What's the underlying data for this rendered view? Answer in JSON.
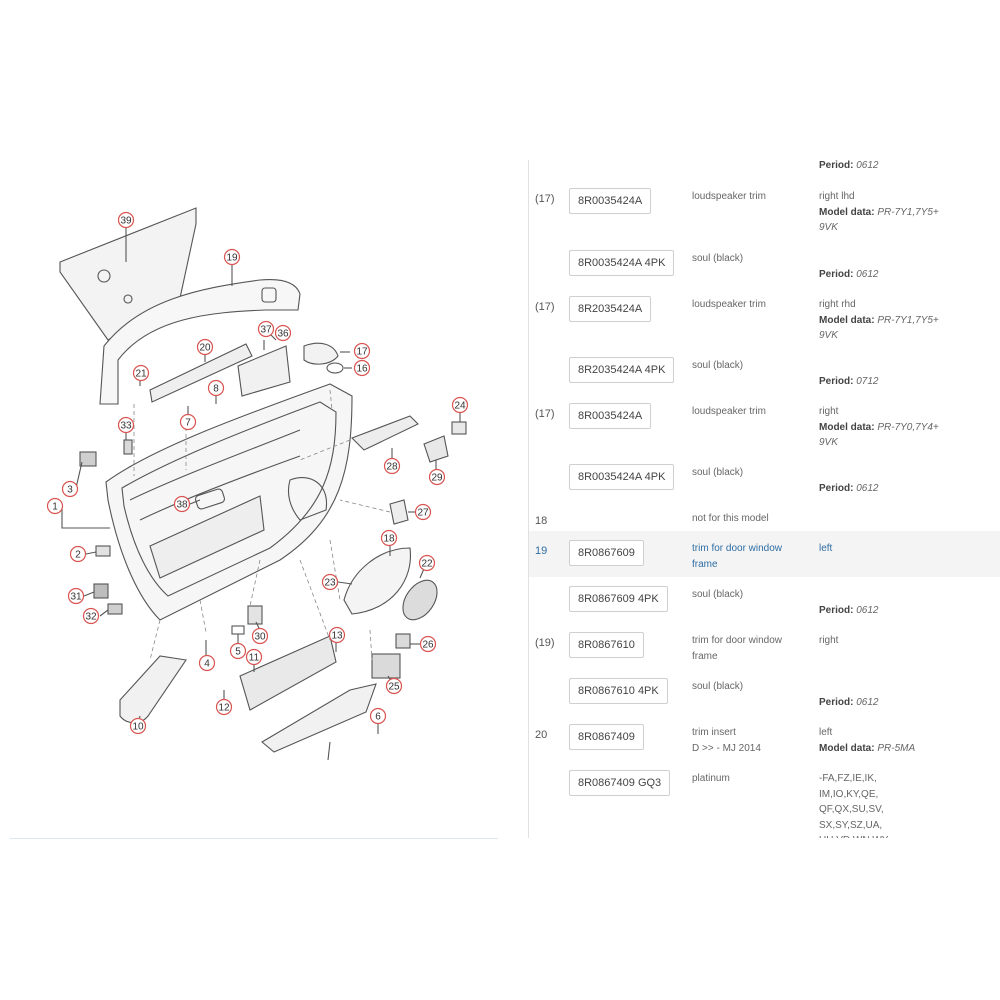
{
  "diagram": {
    "callouts": [
      "39",
      "19",
      "20",
      "37",
      "36",
      "17",
      "16",
      "21",
      "8",
      "7",
      "24",
      "33",
      "28",
      "29",
      "3",
      "1",
      "38",
      "27",
      "2",
      "18",
      "22",
      "23",
      "31",
      "32",
      "30",
      "5",
      "13",
      "26",
      "4",
      "11",
      "25",
      "12",
      "6",
      "10"
    ]
  },
  "parts": [
    {
      "pos": "",
      "part": "",
      "desc": [],
      "info": [
        {
          "period_label": "Period:",
          "period": "0612"
        }
      ]
    },
    {
      "pos": "(17)",
      "part": "8R0035424A",
      "desc": [
        "loudspeaker trim"
      ],
      "info": [
        {
          "text": "right lhd"
        },
        {
          "label": "Model data:",
          "value": "PR-7Y1,7Y5+"
        },
        {
          "value": "9VK"
        }
      ]
    },
    {
      "pos": "",
      "part": "8R0035424A 4PK",
      "desc": [
        "soul (black)"
      ],
      "info": [
        {
          "text": ""
        },
        {
          "label": "Period:",
          "value": "0612"
        }
      ]
    },
    {
      "pos": "(17)",
      "part": "8R2035424A",
      "desc": [
        "loudspeaker trim"
      ],
      "info": [
        {
          "text": "right rhd"
        },
        {
          "label": "Model data:",
          "value": "PR-7Y1,7Y5+"
        },
        {
          "value": "9VK"
        }
      ]
    },
    {
      "pos": "",
      "part": "8R2035424A 4PK",
      "desc": [
        "soul (black)"
      ],
      "info": [
        {
          "text": ""
        },
        {
          "label": "Period:",
          "value": "0712"
        }
      ]
    },
    {
      "pos": "(17)",
      "part": "8R0035424A",
      "desc": [
        "loudspeaker trim"
      ],
      "info": [
        {
          "text": "right"
        },
        {
          "label": "Model data:",
          "value": "PR-7Y0,7Y4+"
        },
        {
          "value": "9VK"
        }
      ]
    },
    {
      "pos": "",
      "part": "8R0035424A 4PK",
      "desc": [
        "soul (black)"
      ],
      "info": [
        {
          "text": ""
        },
        {
          "label": "Period:",
          "value": "0612"
        }
      ]
    },
    {
      "pos": "18",
      "part": "",
      "desc": [
        "not for this model"
      ],
      "info": []
    },
    {
      "pos": "19",
      "part": "8R0867609",
      "desc": [
        "trim for door window",
        "frame"
      ],
      "info": [
        {
          "text": "left"
        }
      ]
    },
    {
      "pos": "",
      "part": "8R0867609 4PK",
      "desc": [
        "soul (black)"
      ],
      "info": [
        {
          "text": ""
        },
        {
          "label": "Period:",
          "value": "0612"
        }
      ]
    },
    {
      "pos": "(19)",
      "part": "8R0867610",
      "desc": [
        "trim for door window",
        "frame"
      ],
      "info": [
        {
          "text": "right"
        }
      ]
    },
    {
      "pos": "",
      "part": "8R0867610 4PK",
      "desc": [
        "soul (black)"
      ],
      "info": [
        {
          "text": ""
        },
        {
          "label": "Period:",
          "value": "0612"
        }
      ]
    },
    {
      "pos": "20",
      "part": "8R0867409",
      "desc": [
        "trim insert",
        "D >> - MJ 2014"
      ],
      "info": [
        {
          "text": "left"
        },
        {
          "label": "Model data:",
          "value": "PR-5MA"
        }
      ]
    },
    {
      "pos": "",
      "part": "8R0867409 GQ3",
      "desc": [
        "platinum"
      ],
      "info": [
        {
          "text": "-FA,FZ,IE,IK,"
        },
        {
          "text": "IM,IO,KY,QE,"
        },
        {
          "text": "QF,QX,SU,SV,"
        },
        {
          "text": "SX,SY,SZ,UA,"
        },
        {
          "text": "UH,VD,WN,WY"
        }
      ]
    }
  ]
}
